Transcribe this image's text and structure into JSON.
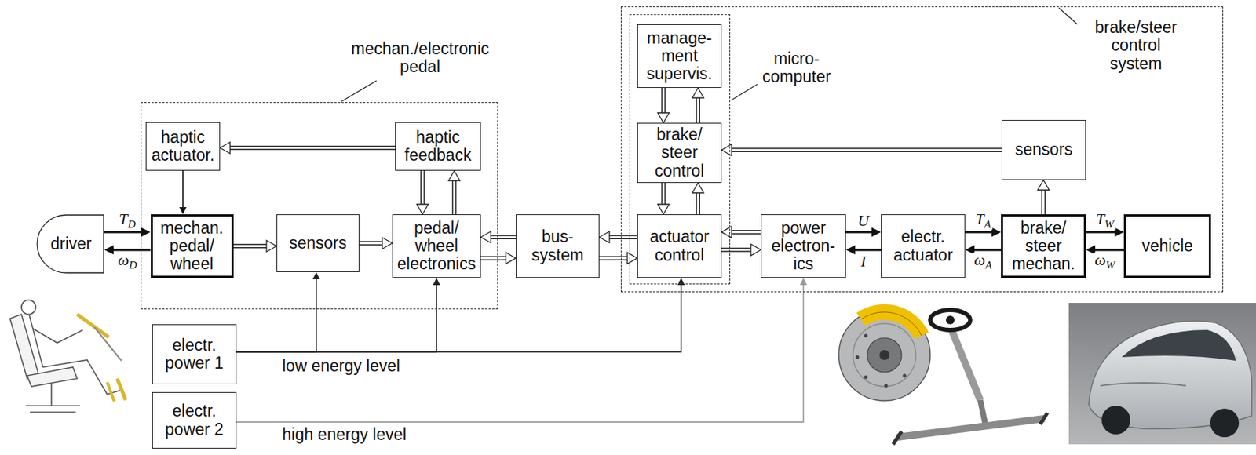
{
  "diagram": {
    "nodes": [
      {
        "text": [
          "driver"
        ]
      },
      {
        "text": [
          "mechan./electronic pedal"
        ]
      },
      {
        "text": [
          "haptic actuator."
        ],
        "in": 1
      },
      {
        "text": [
          "haptic feedback"
        ],
        "in": 1
      },
      {
        "text": [
          "mechan. pedal/ wheel"
        ],
        "in": 1
      },
      {
        "text": [
          "sensors"
        ],
        "in": 1
      },
      {
        "text": [
          "pedal/ wheel electronics"
        ],
        "in": 1
      },
      {
        "text": [
          "bus- system"
        ]
      },
      {
        "text": [
          "brake/steer control system"
        ]
      },
      {
        "text": [
          "micro- computer"
        ],
        "in": 8
      },
      {
        "text": [
          "manage- ment supervis."
        ],
        "in": 9
      },
      {
        "text": [
          "brake/ steer control"
        ],
        "in": 9
      },
      {
        "text": [
          "actuator control"
        ],
        "in": 9
      },
      {
        "text": [
          "sensors"
        ],
        "in": 8
      },
      {
        "text": [
          "power electron- ics"
        ],
        "in": 8
      },
      {
        "text": [
          "electr. actuator"
        ],
        "in": 8
      },
      {
        "text": [
          "brake/ steer mechan."
        ],
        "in": 8
      },
      {
        "text": [
          "vehicle"
        ],
        "in": 8
      },
      {
        "text": [
          "electr. power 1"
        ]
      },
      {
        "text": [
          "electr. power 2"
        ]
      }
    ],
    "edges": [
      {
        "from": 0,
        "to": 4,
        "label": "TD",
        "arrow": "to"
      },
      {
        "from": 4,
        "to": 0,
        "label": "ωD",
        "arrow": "to"
      },
      {
        "from": 3,
        "to": 2,
        "arrow": "to"
      },
      {
        "from": 2,
        "to": 4,
        "arrow": "to"
      },
      {
        "from": 4,
        "to": 5,
        "arrow": "to"
      },
      {
        "from": 5,
        "to": 6,
        "arrow": "to"
      },
      {
        "from": 6,
        "to": 3,
        "arrow": "to"
      },
      {
        "from": 3,
        "to": 6,
        "arrow": "to"
      },
      {
        "from": 6,
        "to": 7,
        "arrow": "to"
      },
      {
        "from": 7,
        "to": 6,
        "arrow": "to"
      },
      {
        "from": 12,
        "to": 7,
        "arrow": "to"
      },
      {
        "from": 7,
        "to": 12,
        "arrow": "to"
      },
      {
        "from": 10,
        "to": 11,
        "arrow": "to"
      },
      {
        "from": 11,
        "to": 10,
        "arrow": "to"
      },
      {
        "from": 11,
        "to": 12,
        "arrow": "to"
      },
      {
        "from": 12,
        "to": 11,
        "arrow": "to"
      },
      {
        "from": 13,
        "to": 11,
        "arrow": "to"
      },
      {
        "from": 14,
        "to": 12,
        "arrow": "to"
      },
      {
        "from": 12,
        "to": 14,
        "arrow": "to"
      },
      {
        "from": 14,
        "to": 15,
        "label": "U",
        "arrow": "to"
      },
      {
        "from": 15,
        "to": 14,
        "label": "I",
        "arrow": "to"
      },
      {
        "from": 15,
        "to": 16,
        "label": "TA",
        "arrow": "to"
      },
      {
        "from": 16,
        "to": 15,
        "label": "ωA",
        "arrow": "to"
      },
      {
        "from": 16,
        "to": 13,
        "arrow": "to"
      },
      {
        "from": 16,
        "to": 17,
        "label": "TW",
        "arrow": "to"
      },
      {
        "from": 17,
        "to": 16,
        "label": "ωW",
        "arrow": "to"
      },
      {
        "from": 18,
        "to": 5,
        "arrow": "to"
      },
      {
        "from": 18,
        "to": 6,
        "arrow": "to"
      },
      {
        "from": 18,
        "to": 12,
        "arrow": "to"
      },
      {
        "from": 19,
        "to": 14,
        "arrow": "to"
      }
    ],
    "labels": [
      "low energy level",
      "high energy level"
    ]
  }
}
